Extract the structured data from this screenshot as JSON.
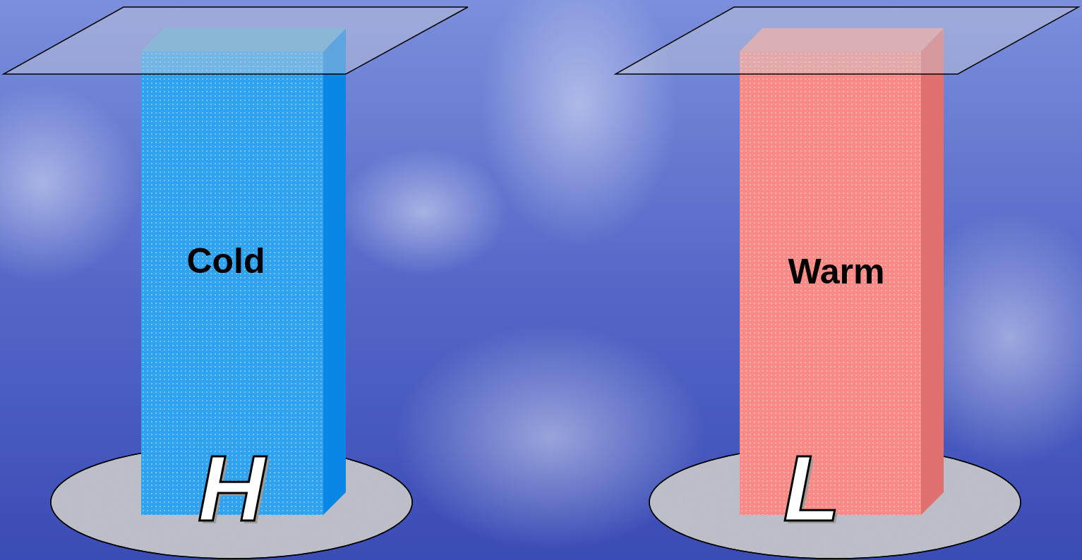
{
  "diagram": {
    "nodes": [
      {
        "text": [
          "Cold",
          "H"
        ]
      },
      {
        "text": [
          "Warm",
          "L"
        ]
      }
    ]
  }
}
